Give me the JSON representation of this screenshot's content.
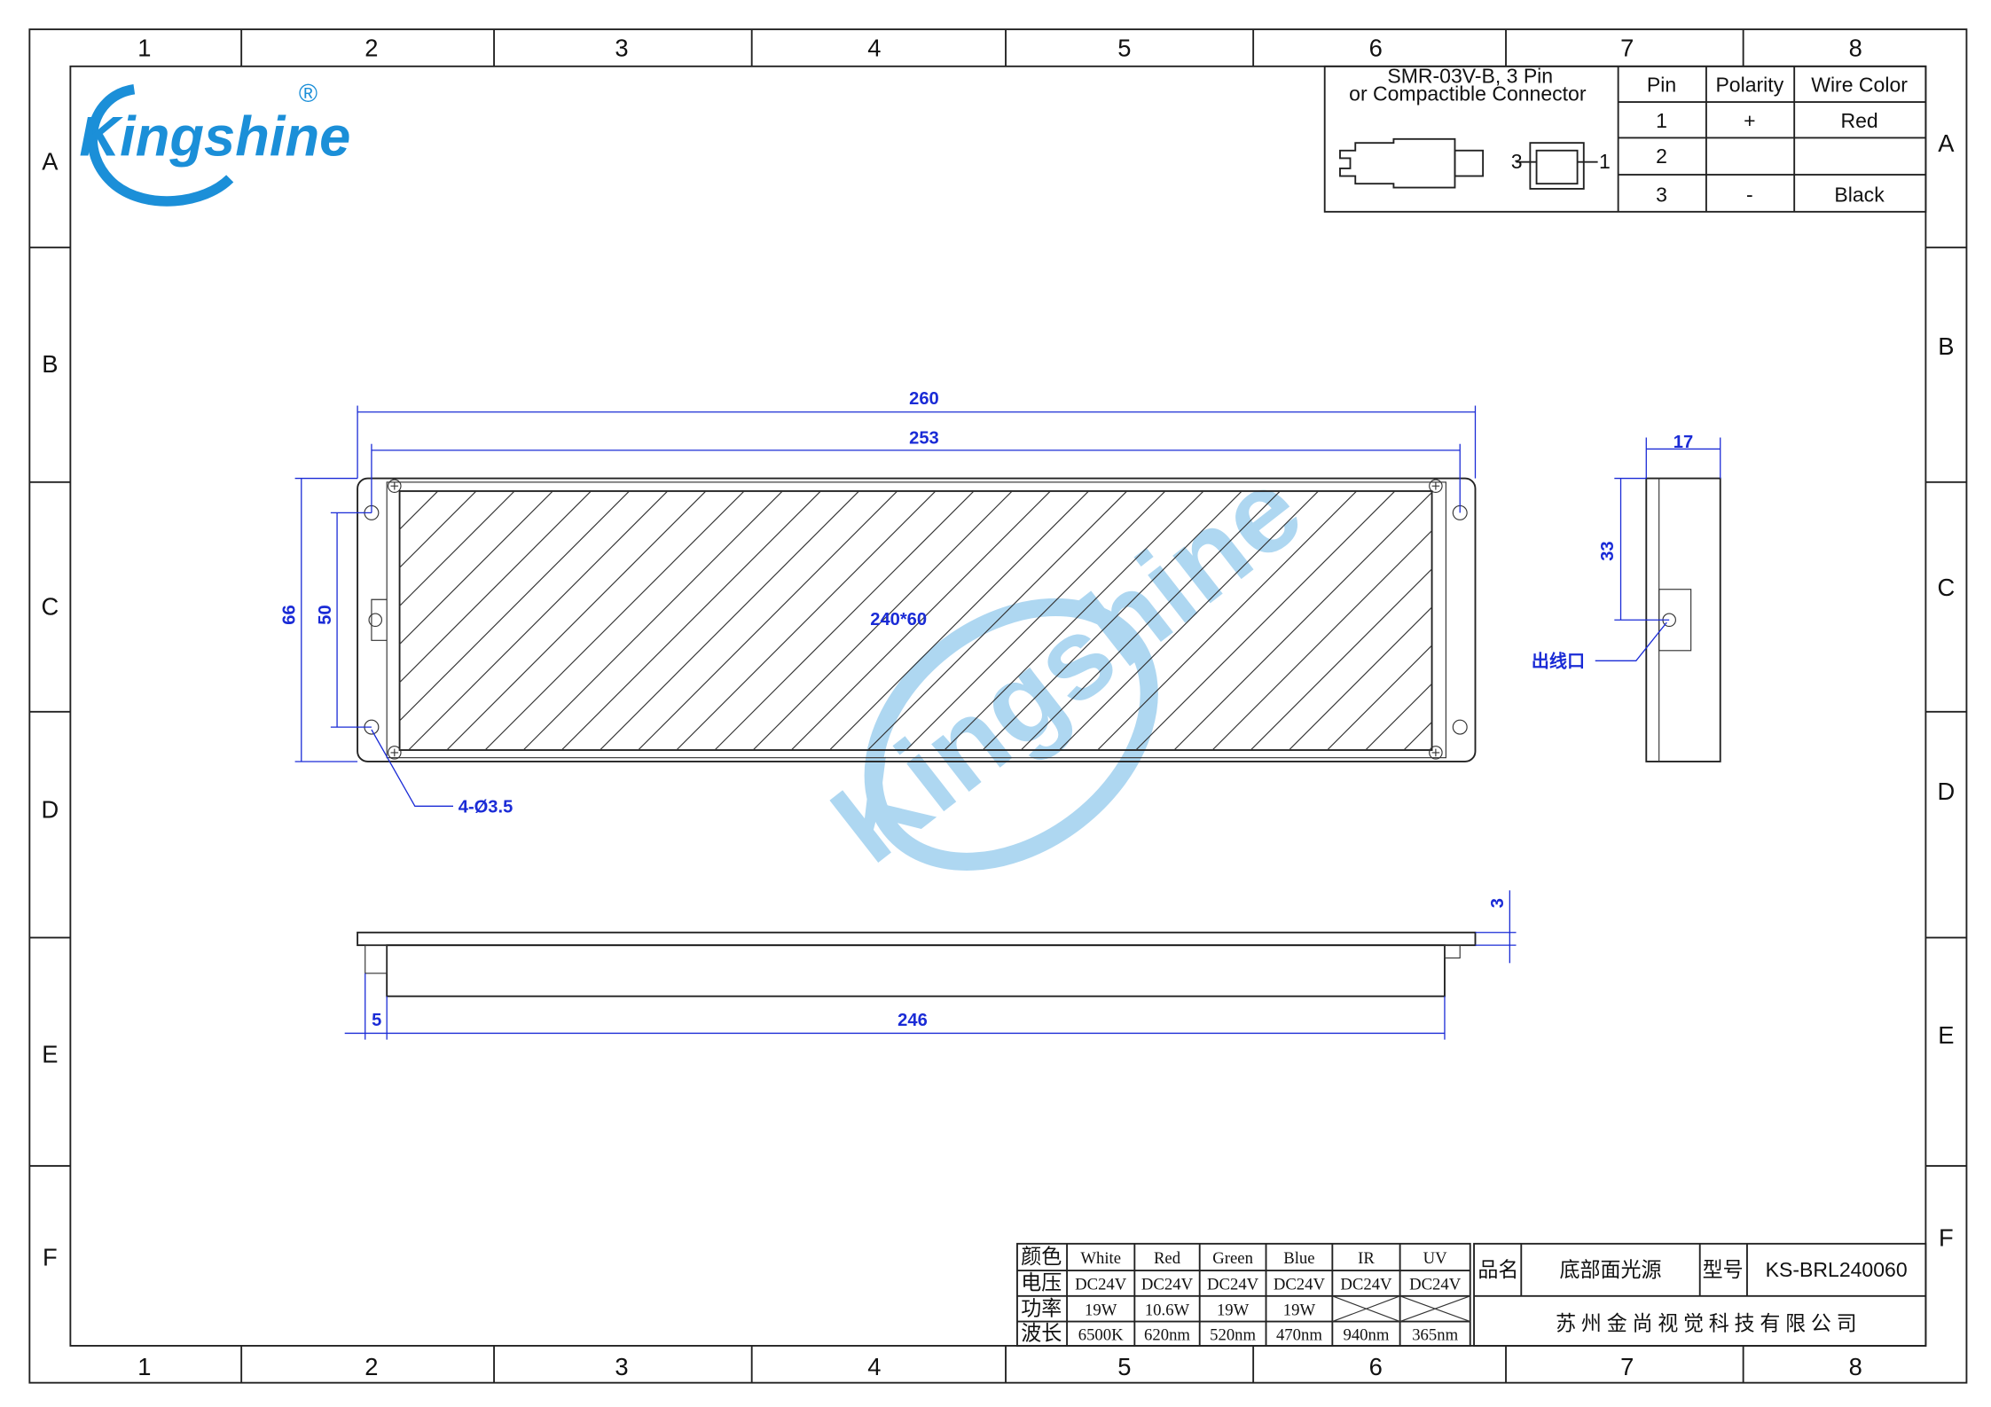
{
  "logo": {
    "text": "Kingshine",
    "registered": "®"
  },
  "zones": {
    "columns": [
      "1",
      "2",
      "3",
      "4",
      "5",
      "6",
      "7",
      "8"
    ],
    "rows": [
      "A",
      "B",
      "C",
      "D",
      "E",
      "F"
    ]
  },
  "connector": {
    "title_line1": "SMR-03V-B, 3 Pin",
    "title_line2": "or Compactible Connector",
    "pin_label_left": "3",
    "pin_label_right": "1",
    "headers": [
      "Pin",
      "Polarity",
      "Wire Color"
    ],
    "rows": [
      {
        "pin": "1",
        "polarity": "+",
        "color": "Red"
      },
      {
        "pin": "2",
        "polarity": "",
        "color": ""
      },
      {
        "pin": "3",
        "polarity": "-",
        "color": "Black"
      }
    ]
  },
  "dimensions": {
    "overall_length": "260",
    "hole_spacing_length": "253",
    "overall_height": "66",
    "hole_spacing_height": "50",
    "emitting_area": "240*60",
    "holes": "4-Ø3.5",
    "thickness": "17",
    "outlet_height": "33",
    "outlet_label": "出线口",
    "flange": "3",
    "edge": "5",
    "body_length": "246"
  },
  "spec_table": {
    "row_labels": [
      "颜色",
      "电压",
      "功率",
      "波长"
    ],
    "colors": [
      "White",
      "Red",
      "Green",
      "Blue",
      "IR",
      "UV"
    ],
    "voltage": [
      "DC24V",
      "DC24V",
      "DC24V",
      "DC24V",
      "DC24V",
      "DC24V"
    ],
    "power": [
      "19W",
      "10.6W",
      "19W",
      "19W",
      "",
      ""
    ],
    "wavelength": [
      "6500K",
      "620nm",
      "520nm",
      "470nm",
      "940nm",
      "365nm"
    ]
  },
  "title_block": {
    "name_label": "品名",
    "name": "底部面光源",
    "model_label": "型号",
    "model": "KS-BRL240060",
    "company": "苏州金尚视觉科技有限公司"
  },
  "colors": {
    "dimension": "#1a2bd6",
    "logo": "#1b8fd8"
  }
}
